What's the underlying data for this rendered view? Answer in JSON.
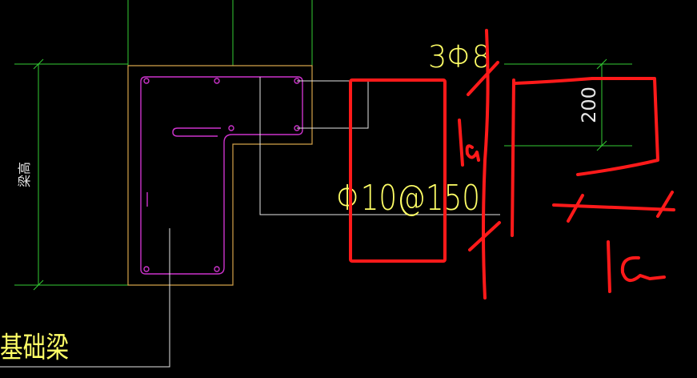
{
  "colors": {
    "background": "#000000",
    "grid_green": "#33cc33",
    "beam_outline": "#d4a24a",
    "rebar_magenta": "#cc33cc",
    "leader_white": "#e6e6e6",
    "text_yellow": "#ffff66",
    "markup_red": "#ff1a1a",
    "dimension_green": "#33cc33"
  },
  "labels": {
    "beam_height": "梁高",
    "foundation_beam": "基础梁",
    "top_bars": "3Φ8",
    "stirrup_spec": "Φ10@150",
    "dim_200": "200",
    "handwritten_la_vertical": "la",
    "handwritten_la_horizontal": "la"
  }
}
